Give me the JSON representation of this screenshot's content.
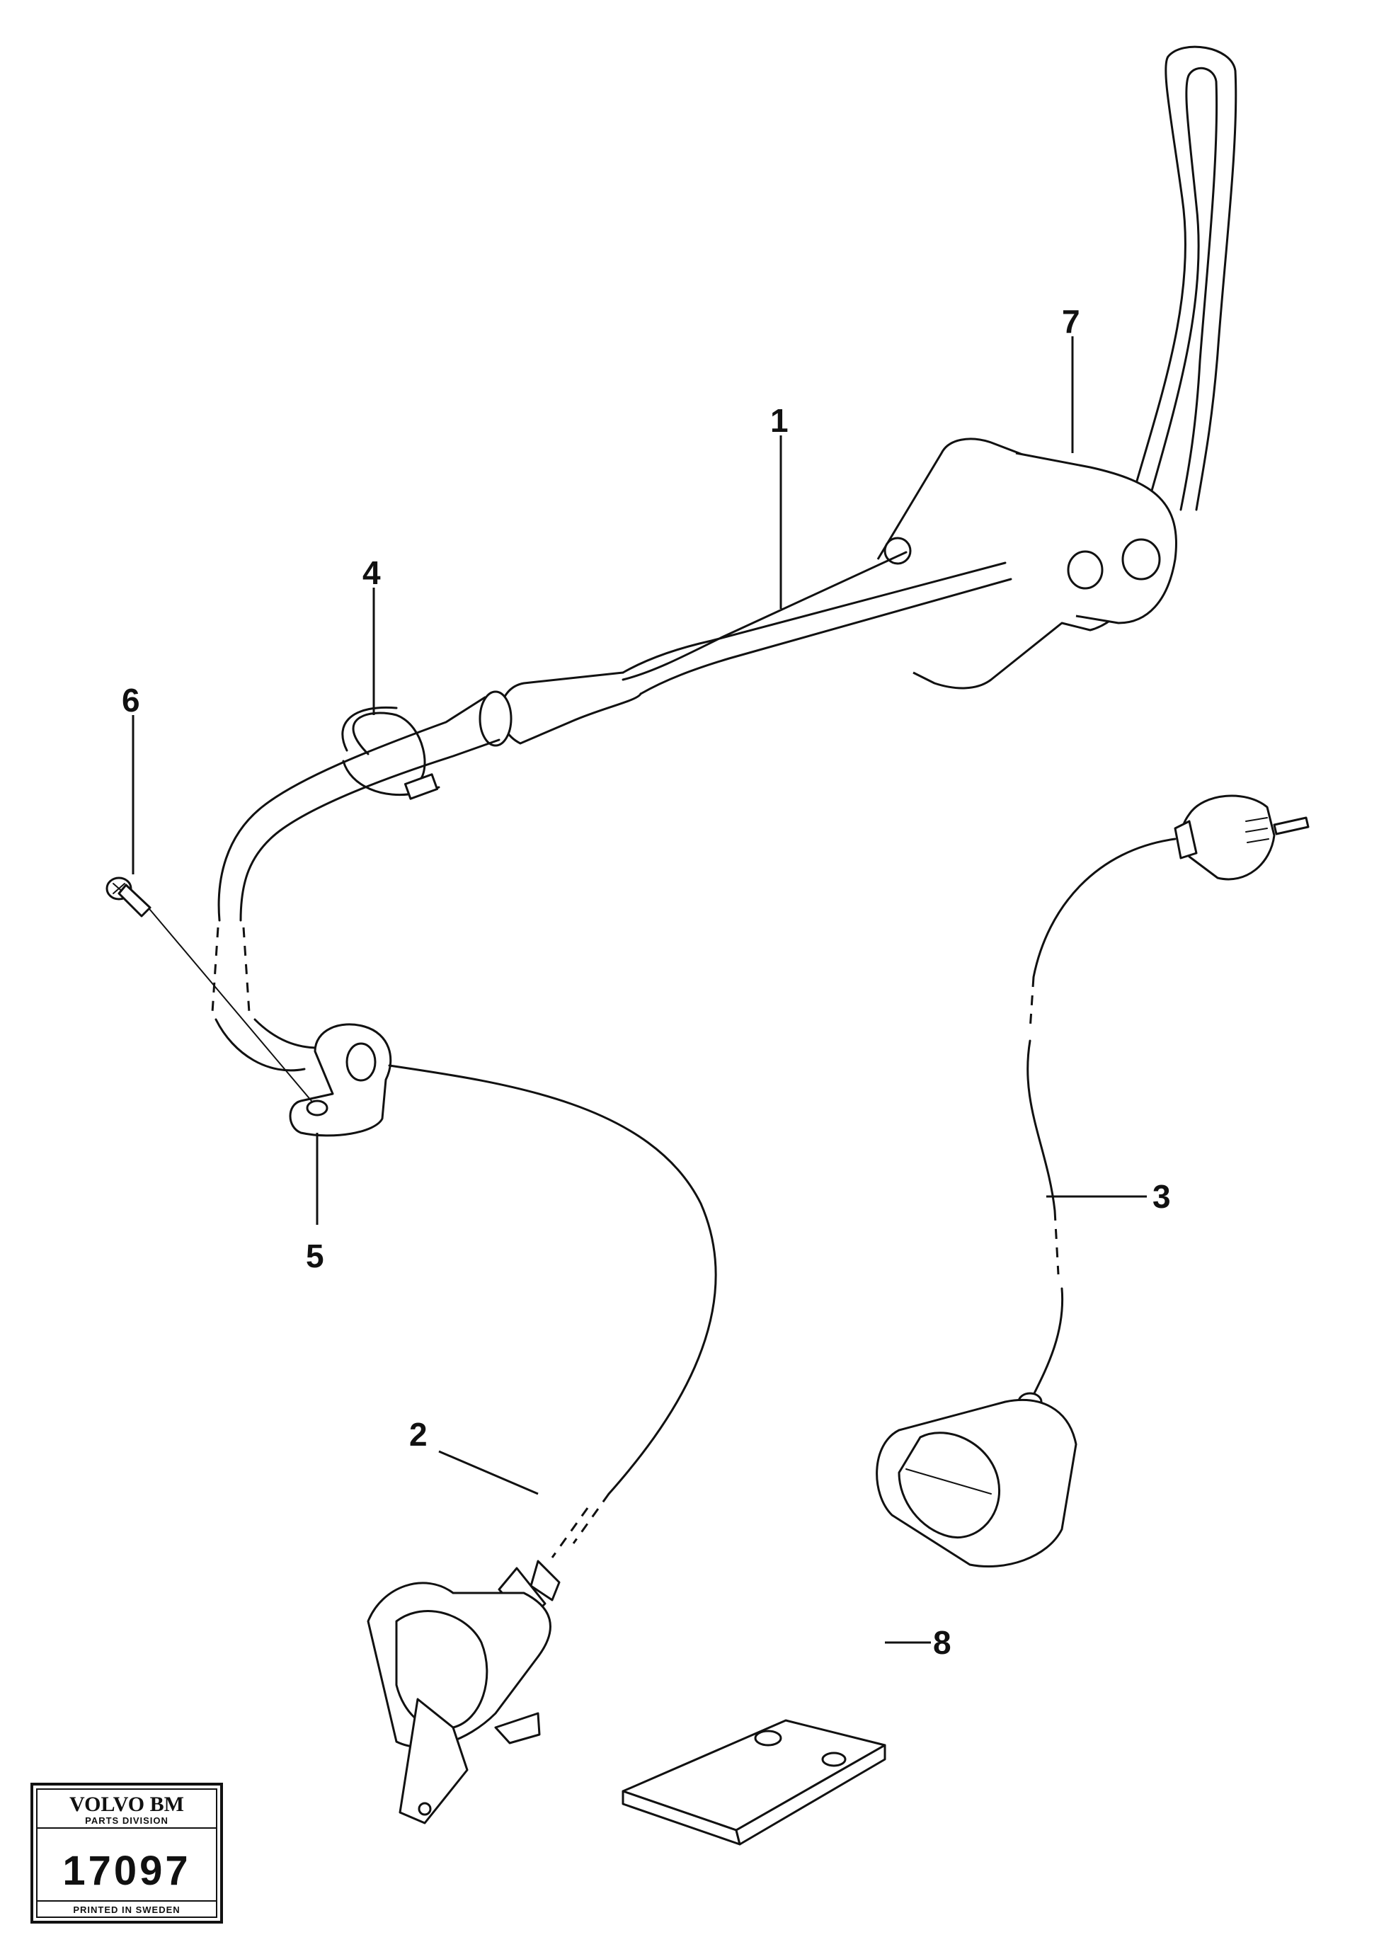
{
  "callouts": [
    "1",
    "2",
    "3",
    "4",
    "5",
    "6",
    "7",
    "8"
  ],
  "stamp": {
    "brand": "VOLVO BM",
    "division": "PARTS DIVISION",
    "number": "17097",
    "printed": "PRINTED IN SWEDEN"
  }
}
